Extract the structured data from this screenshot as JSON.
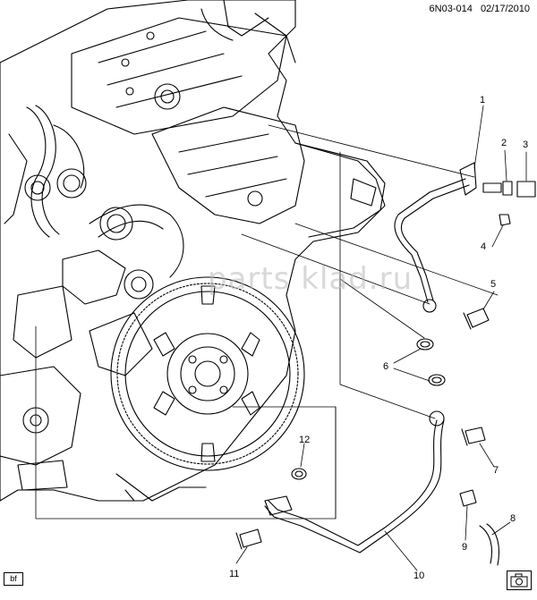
{
  "header": {
    "diagram_id": "6N03-014",
    "date": "02/17/2010"
  },
  "watermark": "parts klad.ru",
  "corner_label": "bf",
  "callouts": [
    "1",
    "2",
    "3",
    "4",
    "5",
    "6",
    "7",
    "8",
    "9",
    "10",
    "11",
    "12"
  ],
  "colors": {
    "line": "#000000",
    "watermark": "#b9b9b9",
    "background": "#ffffff"
  },
  "icons": {
    "camera": "camera-icon"
  }
}
